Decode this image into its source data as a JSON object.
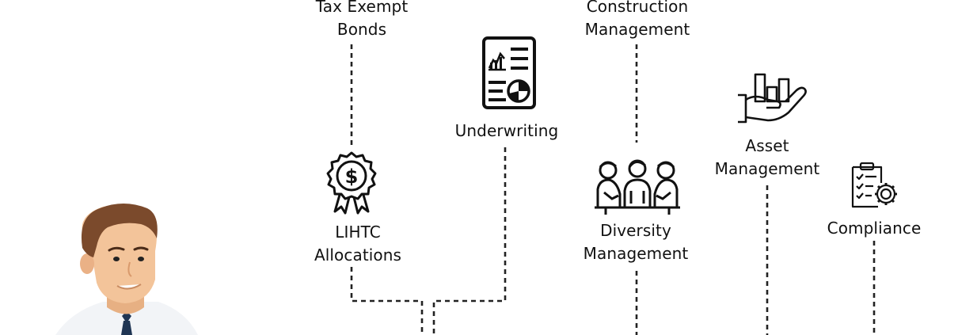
{
  "diagram": {
    "items": [
      {
        "id": "tax-exempt-bonds",
        "lines": [
          "Tax Exempt",
          "Bonds"
        ],
        "icon": "none"
      },
      {
        "id": "underwriting",
        "lines": [
          "Underwriting"
        ],
        "icon": "report-document-icon"
      },
      {
        "id": "construction-management",
        "lines": [
          "Construction",
          "Management"
        ],
        "icon": "none"
      },
      {
        "id": "asset-management",
        "lines": [
          "Asset",
          "Management"
        ],
        "icon": "hand-holding-chart-icon"
      },
      {
        "id": "lihtc-allocations",
        "lines": [
          "LIHTC",
          "Allocations"
        ],
        "icon": "dollar-award-badge-icon"
      },
      {
        "id": "diversity-management",
        "lines": [
          "Diversity",
          "Management"
        ],
        "icon": "team-meeting-icon"
      },
      {
        "id": "compliance",
        "lines": [
          "Compliance"
        ],
        "icon": "clipboard-gear-icon"
      }
    ],
    "person": "businessman-illustration",
    "colors": {
      "text": "#111111",
      "lines": "#222222",
      "hair": "#7b4a2c",
      "skin": "#f3c49a",
      "tie": "#1f3553"
    }
  }
}
